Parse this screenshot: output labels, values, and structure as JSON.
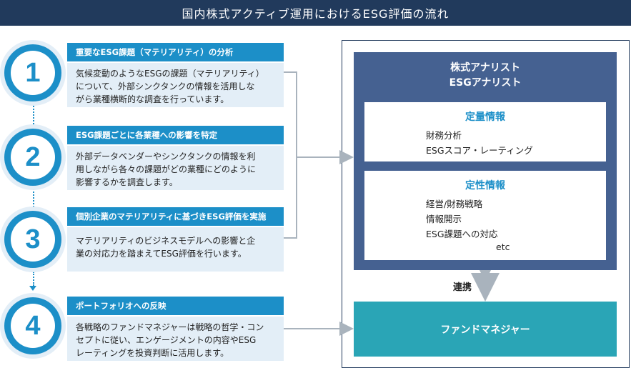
{
  "title": "国内株式アクティブ運用におけるESG評価の流れ",
  "steps": [
    {
      "number": "1",
      "header": "重要なESG課題（マテリアリティ）の分析",
      "body": [
        "気候変動のようなESGの課題（マテリアリティ）",
        "について、外部シンクタンクの情報を活用しな",
        "がら業種横断的な調査を行っています。"
      ]
    },
    {
      "number": "2",
      "header": "ESG課題ごとに各業種への影響を特定",
      "body": [
        "外部データベンダーやシンクタンクの情報を利",
        "用しながら各々の課題がどの業種にどのように",
        "影響するかを調査します。"
      ]
    },
    {
      "number": "3",
      "header": "個別企業のマテリアリティに基づきESG評価を実施",
      "body": [
        "マテリアリティのビジネスモデルへの影響と企",
        "業の対応力を踏まえてESG評価を行います。"
      ]
    },
    {
      "number": "4",
      "header": "ポートフォリオへの反映",
      "body": [
        "各戦略のファンドマネジャーは戦略の哲学・コン",
        "セプトに従い、エンゲージメントの内容やESG",
        "レーティングを投資判断に活用します。"
      ]
    }
  ],
  "analyst_panel": {
    "title_line1": "株式アナリスト",
    "title_line2": "ESGアナリスト",
    "quantitative": {
      "title": "定量情報",
      "items": [
        "財務分析",
        "ESGスコア・レーティング"
      ]
    },
    "qualitative": {
      "title": "定性情報",
      "items": [
        "経営/財務戦略",
        "情報開示",
        "ESG課題への対応",
        "etc"
      ]
    }
  },
  "link_label": "連携",
  "fund_manager": "ファンドマネジャー",
  "colors": {
    "title_bg": "#213a5c",
    "step_blue": "#1c8fc8",
    "step_light": "#e3eef7",
    "panel": "#456191",
    "fund_manager": "#2aa5b6",
    "arrow": "#a9b3bd"
  }
}
